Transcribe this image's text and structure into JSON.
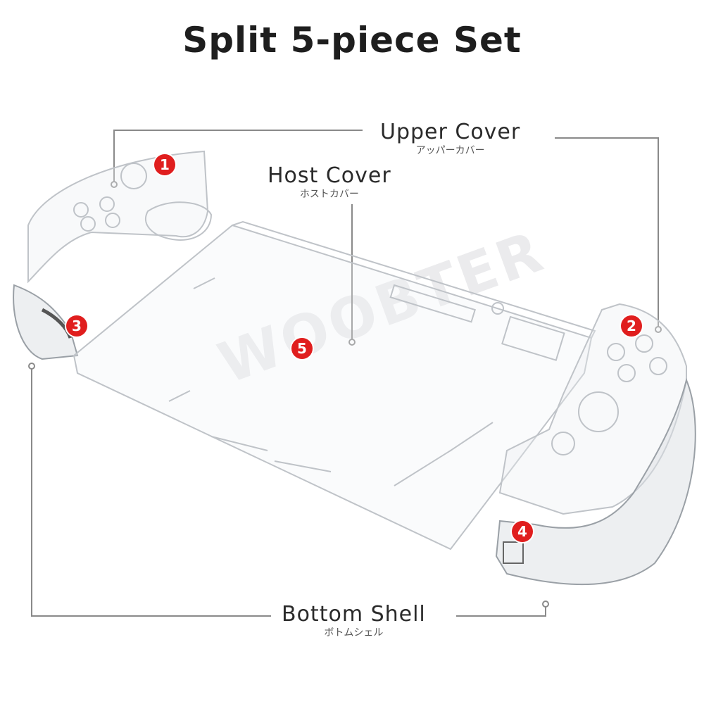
{
  "title": "Split 5-piece Set",
  "watermark": "WOOBTER",
  "labels": {
    "upper": {
      "en": "Upper Cover",
      "ja": "アッパーカバー"
    },
    "host": {
      "en": "Host Cover",
      "ja": "ホストカバー"
    },
    "bottom": {
      "en": "Bottom Shell",
      "ja": "ボトムシェル"
    }
  },
  "badges": [
    "1",
    "2",
    "3",
    "4",
    "5"
  ],
  "colors": {
    "badge": "#e01e1e",
    "line": "#8a8a8a",
    "outline": "#bfc3c8"
  }
}
